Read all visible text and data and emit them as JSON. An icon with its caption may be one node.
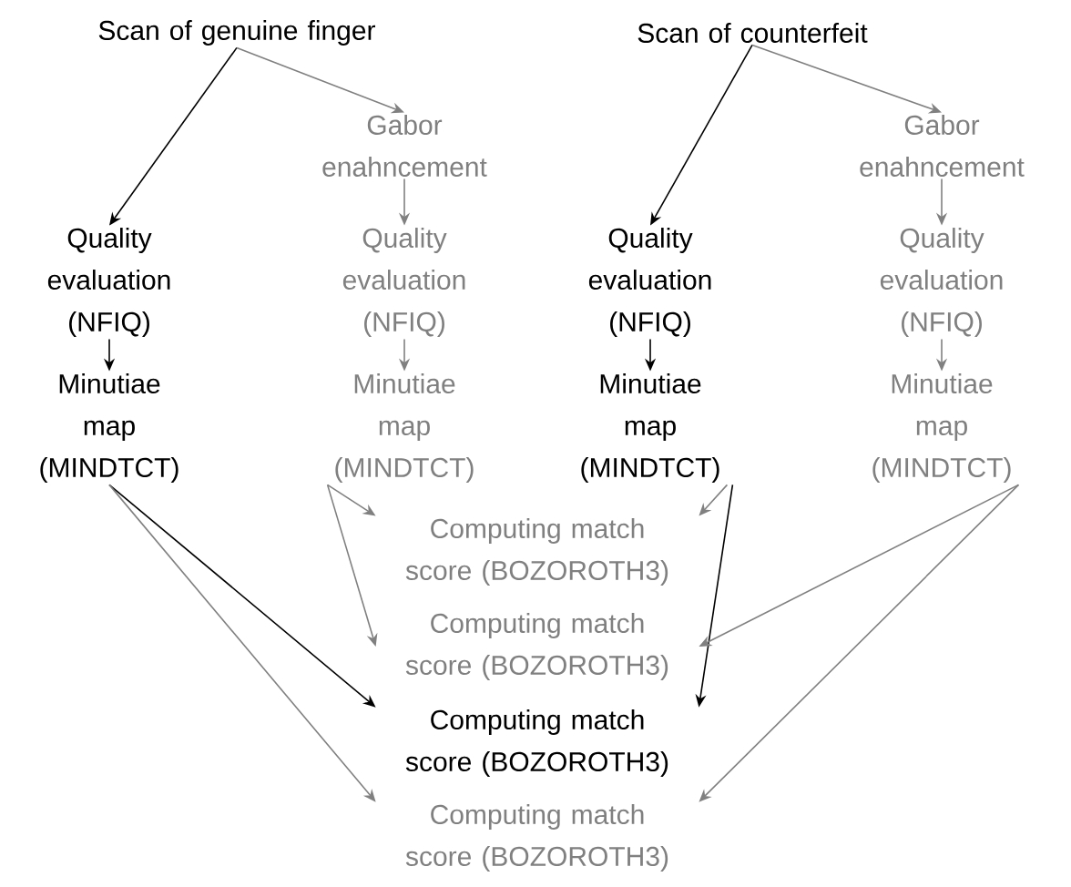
{
  "diagram": {
    "nodes": [
      {
        "text": [
          "Scan of genuine finger"
        ]
      },
      {
        "text": [
          "Scan of counterfeit"
        ]
      },
      {
        "text": [
          "Gabor enahncement"
        ]
      },
      {
        "text": [
          "Gabor enahncement"
        ]
      },
      {
        "text": [
          "Quality evaluation (NFIQ)"
        ]
      },
      {
        "text": [
          "Quality evaluation (NFIQ)"
        ]
      },
      {
        "text": [
          "Quality evaluation (NFIQ)"
        ]
      },
      {
        "text": [
          "Quality evaluation (NFIQ)"
        ]
      },
      {
        "text": [
          "Minutiae map (MINDTCT)"
        ]
      },
      {
        "text": [
          "Minutiae map (MINDTCT)"
        ]
      },
      {
        "text": [
          "Minutiae map (MINDTCT)"
        ]
      },
      {
        "text": [
          "Minutiae map (MINDTCT)"
        ]
      },
      {
        "text": [
          "Computing match score (BOZOROTH3)"
        ]
      },
      {
        "text": [
          "Computing match score (BOZOROTH3)"
        ]
      },
      {
        "text": [
          "Computing match score (BOZOROTH3)"
        ]
      },
      {
        "text": [
          "Computing match score (BOZOROTH3)"
        ]
      }
    ],
    "edges": [
      {
        "from": 0,
        "to": 4,
        "arrow": "to",
        "color": "#000000"
      },
      {
        "from": 0,
        "to": 2,
        "arrow": "to"
      },
      {
        "from": 2,
        "to": 5,
        "arrow": "to"
      },
      {
        "from": 4,
        "to": 8,
        "arrow": "to",
        "color": "#000000"
      },
      {
        "from": 5,
        "to": 9,
        "arrow": "to"
      },
      {
        "from": 1,
        "to": 6,
        "arrow": "to",
        "color": "#000000"
      },
      {
        "from": 1,
        "to": 3,
        "arrow": "to"
      },
      {
        "from": 3,
        "to": 7,
        "arrow": "to"
      },
      {
        "from": 6,
        "to": 10,
        "arrow": "to",
        "color": "#000000"
      },
      {
        "from": 7,
        "to": 11,
        "arrow": "to"
      },
      {
        "from": 9,
        "to": 12,
        "arrow": "to"
      },
      {
        "from": 9,
        "to": 13,
        "arrow": "to"
      },
      {
        "from": 10,
        "to": 12,
        "arrow": "to"
      },
      {
        "from": 10,
        "to": 14,
        "arrow": "to",
        "color": "#000000"
      },
      {
        "from": 11,
        "to": 13,
        "arrow": "to"
      },
      {
        "from": 11,
        "to": 15,
        "arrow": "to"
      },
      {
        "from": 8,
        "to": 14,
        "arrow": "to",
        "color": "#000000"
      },
      {
        "from": 8,
        "to": 15,
        "arrow": "to"
      }
    ]
  }
}
